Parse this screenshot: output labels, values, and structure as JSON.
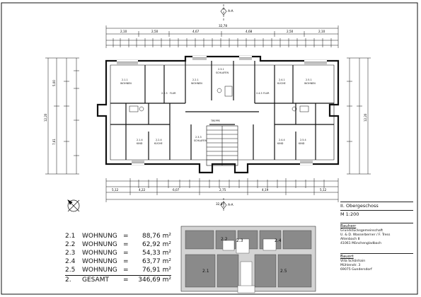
{
  "plan": {
    "section_marker": "A-A",
    "top_dimension_total": "32,78",
    "top_dimensions": [
      "2,10",
      "2,50",
      "4,67",
      "4,68",
      "2,50",
      "2,10"
    ],
    "bottom_dimension_total": "32,84",
    "bottom_dimensions": [
      "5,12",
      "4,22",
      "6,07",
      "2,75",
      "4,19",
      "5,12"
    ],
    "left_dimensions": [
      "5,00",
      "7,61",
      "12,20"
    ],
    "right_dimensions": [
      "12,20"
    ],
    "room_labels": [
      {
        "id": "2.1.1",
        "text": "WOHNEN"
      },
      {
        "id": "2.2.1",
        "text": "WOHNEN"
      },
      {
        "id": "2.3.1",
        "text": "SCHLAFEN"
      },
      {
        "id": "2.4.1",
        "text": "KÜCHE"
      },
      {
        "id": "2.5.1",
        "text": "WOHNEN"
      },
      {
        "id": "2.1.4",
        "text": "KIND"
      },
      {
        "id": "2.2.4",
        "text": "KÜCHE"
      },
      {
        "id": "2.3.3",
        "text": "SCHLAFEN"
      },
      {
        "id": "2.4.4",
        "text": "KIND"
      },
      {
        "id": "2.5.4",
        "text": "KIND"
      },
      {
        "id": "2.2.5",
        "text": "FLUR"
      },
      {
        "id": "2.4.5",
        "text": "FLUR"
      },
      {
        "id": "TREPPE",
        "text": "TREPPE"
      }
    ]
  },
  "area_schedule": [
    {
      "num": "2.1",
      "label": "WOHNUNG",
      "eq": "=",
      "value": "88,76 m²"
    },
    {
      "num": "2.2",
      "label": "WOHNUNG",
      "eq": "=",
      "value": "62,92 m²"
    },
    {
      "num": "2.3",
      "label": "WOHNUNG",
      "eq": "=",
      "value": "54,33 m²"
    },
    {
      "num": "2.4",
      "label": "WOHNUNG",
      "eq": "=",
      "value": "63,77 m²"
    },
    {
      "num": "2.5",
      "label": "WOHNUNG",
      "eq": "=",
      "value": "76,91 m²"
    },
    {
      "num": "2.",
      "label": "GESAMT",
      "eq": "=",
      "value": "346,69 m²"
    }
  ],
  "key_plan": {
    "labels": [
      "2.1",
      "2.2",
      "2.3",
      "2.4",
      "2.5"
    ]
  },
  "title_block": {
    "title": "II. Obergeschoss",
    "scale": "M 1:200",
    "client_heading": "Bauherr",
    "client_lines": [
      "Grundstücksgemeinschaft",
      "U. & D. Wasserberner / F. Tress",
      "Altenbach 8",
      "41061 Mönchengladbach"
    ],
    "site_heading": "Bauort",
    "site_lines": [
      "Villa Schönhain",
      "Mühlenstr. 3",
      "69075 Gundersdorf"
    ]
  }
}
